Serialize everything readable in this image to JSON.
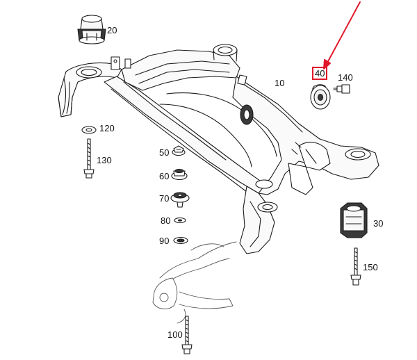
{
  "diagram": {
    "callouts": [
      {
        "id": "20",
        "text": "20"
      },
      {
        "id": "10",
        "text": "10"
      },
      {
        "id": "40",
        "text": "40",
        "highlighted": true
      },
      {
        "id": "140",
        "text": "140"
      },
      {
        "id": "120",
        "text": "120"
      },
      {
        "id": "130",
        "text": "130"
      },
      {
        "id": "50",
        "text": "50"
      },
      {
        "id": "60",
        "text": "60"
      },
      {
        "id": "70",
        "text": "70"
      },
      {
        "id": "80",
        "text": "80"
      },
      {
        "id": "90",
        "text": "90"
      },
      {
        "id": "30",
        "text": "30"
      },
      {
        "id": "150",
        "text": "150"
      },
      {
        "id": "100",
        "text": "100"
      }
    ],
    "colors": {
      "line": "#1a1a1a",
      "highlight": "#e0182a",
      "part_fill": "#f7f7f7",
      "dark_fill": "#3a3a3a"
    }
  }
}
